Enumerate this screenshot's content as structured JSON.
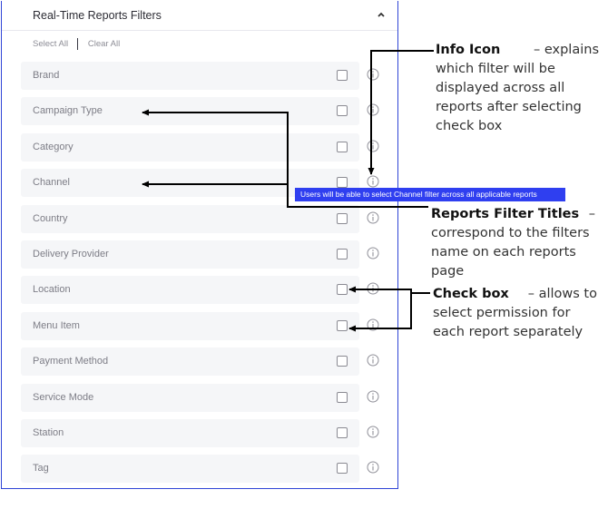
{
  "panel": {
    "title": "Real-Time Reports Filters",
    "select_all": "Select All",
    "clear_all": "Clear All"
  },
  "filters": [
    {
      "label": "Brand"
    },
    {
      "label": "Campaign Type"
    },
    {
      "label": "Category"
    },
    {
      "label": "Channel"
    },
    {
      "label": "Country"
    },
    {
      "label": "Delivery Provider"
    },
    {
      "label": "Location"
    },
    {
      "label": "Menu Item"
    },
    {
      "label": "Payment Method"
    },
    {
      "label": "Service Mode"
    },
    {
      "label": "Station"
    },
    {
      "label": "Tag"
    }
  ],
  "tooltip": "Users will be able to select Channel filter across all applicable reports",
  "annotations": {
    "info_icon": {
      "title": "Info Icon",
      "lines": [
        "– explains",
        "which filter will be",
        "displayed across all",
        "reports after selecting",
        "check box"
      ]
    },
    "reports_filter_titles": {
      "title": "Reports Filter Titles",
      "lines": [
        "–",
        "correspond to the filters",
        "name on each reports",
        "page"
      ]
    },
    "check_box": {
      "title": "Check box",
      "lines": [
        "– allows to",
        "select permission for",
        "each report separately"
      ]
    }
  },
  "colors": {
    "panel_border": "#2f45d6",
    "tooltip_bg": "#2f3ff0",
    "row_bg": "#f5f6f8"
  }
}
